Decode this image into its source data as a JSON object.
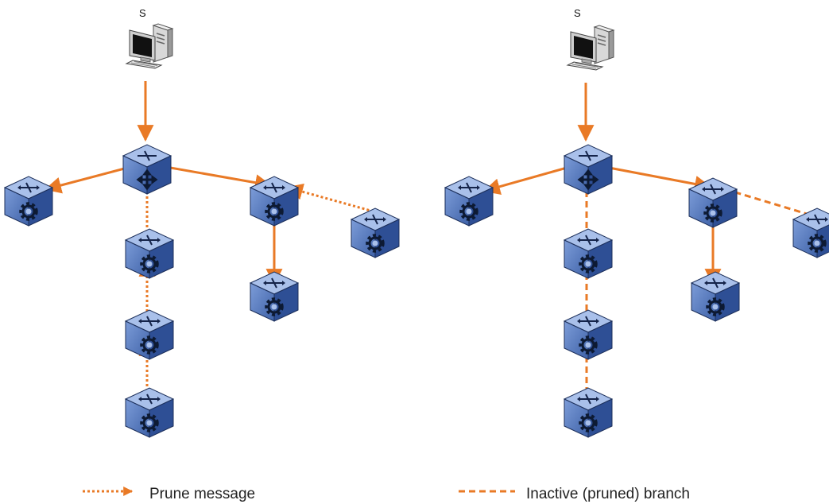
{
  "diagrams": [
    {
      "source_label": "S"
    },
    {
      "source_label": "S"
    }
  ],
  "legend": {
    "prune_message": "Prune message",
    "inactive_branch": "Inactive (pruned) branch"
  },
  "colors": {
    "link": "#e97a26",
    "router_face": "#5d80c4",
    "router_top": "#a9c0ea",
    "router_side": "#2e4f95",
    "gear": "#0d1a33"
  }
}
